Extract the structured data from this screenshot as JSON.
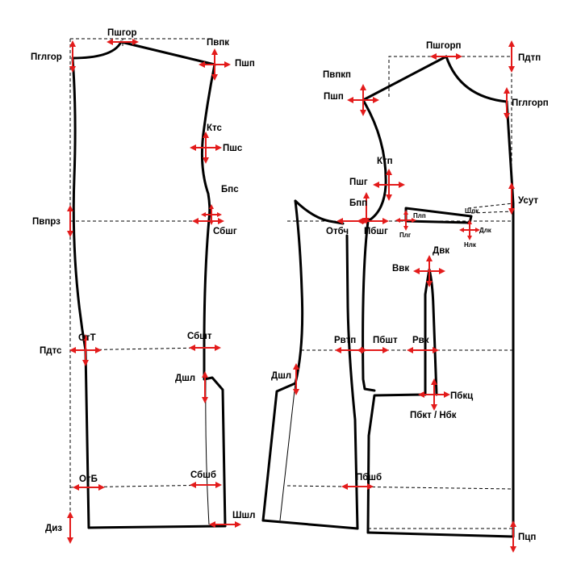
{
  "colors": {
    "line": "#000000",
    "arrow": "#e31b1b",
    "background": "#ffffff"
  },
  "labels": {
    "pshgor": "Пшгор",
    "pglgor": "Пглгор",
    "pvpk": "Пвпк",
    "pshp_back": "Пшп",
    "kts": "Ктс",
    "pshs": "Пшс",
    "bps": "Бпс",
    "pvprz": "Пвпрз",
    "sbshg": "Сбшг",
    "otT": "ОтТ",
    "pdts": "Пдтс",
    "sbsht": "Сбшт",
    "dshl_back": "Дшл",
    "otB": "ОтБ",
    "sbshb": "Сбшб",
    "diz": "Диз",
    "shshl": "Шшл",
    "pshgorp": "Пшгорп",
    "pdtp": "Пдтп",
    "pvpkp": "Пвпкп",
    "pshp_front": "Пшп",
    "pglgorp": "Пглгорп",
    "ktp": "Ктп",
    "pshg": "Пшг",
    "bpp": "Бпп",
    "usut": "Усут",
    "shlk": "Шлк",
    "otbch": "Отбч",
    "pbshg": "Пбшг",
    "plp": "Плп",
    "plg": "Плг",
    "dlk": "Длк",
    "nlk": "Нлк",
    "dvk": "Двк",
    "vvk": "Ввк",
    "rvtp": "Рвтп",
    "pbsht": "Пбшт",
    "rvk": "Рвк",
    "dshl_front": "Дшл",
    "pbkts": "Пбкц",
    "pbkt_nbk": "Пбкт / Нбк",
    "pbshb": "Пбшб",
    "pcp": "Пцп"
  }
}
